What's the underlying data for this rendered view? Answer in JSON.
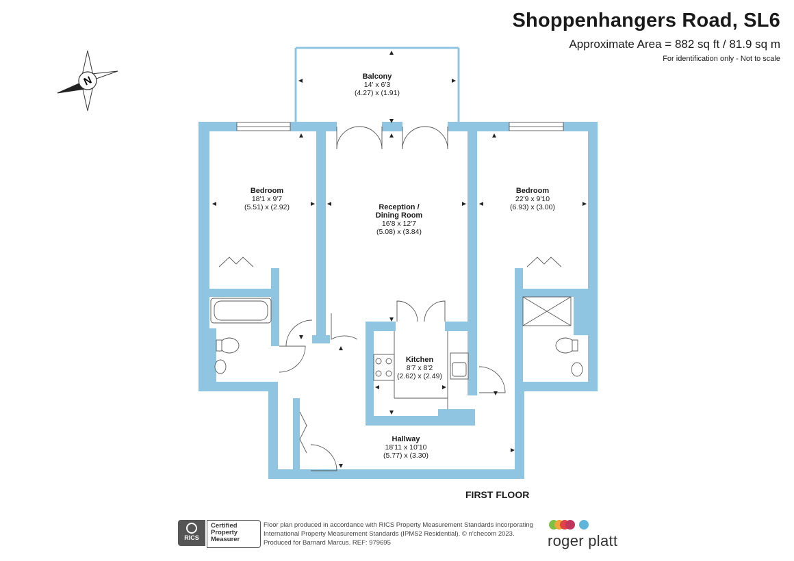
{
  "header": {
    "title": "Shoppenhangers Road, SL6",
    "area": "Approximate Area = 882 sq ft / 81.9 sq m",
    "note": "For identification only - Not to scale"
  },
  "compass": {
    "label": "N",
    "icon": "compass-rose-icon"
  },
  "rooms": [
    {
      "name": "Balcony",
      "name2": "",
      "dims": "14' x 6'3",
      "metric": "(4.27) x (1.91)"
    },
    {
      "name": "Bedroom",
      "name2": "",
      "dims": "18'1 x 9'7",
      "metric": "(5.51) x (2.92)"
    },
    {
      "name": "Reception /",
      "name2": "Dining Room",
      "dims": "16'8 x 12'7",
      "metric": "(5.08) x (3.84)"
    },
    {
      "name": "Bedroom",
      "name2": "",
      "dims": "22'9 x 9'10",
      "metric": "(6.93) x (3.00)"
    },
    {
      "name": "Kitchen",
      "name2": "",
      "dims": "8'7 x 8'2",
      "metric": "(2.62) x (2.49)"
    },
    {
      "name": "Hallway",
      "name2": "",
      "dims": "18'11 x 10'10",
      "metric": "(5.77) x (3.30)"
    }
  ],
  "floor_label": "FIRST FLOOR",
  "footer": {
    "rics_abbr": "RICS",
    "rics_line1": "Certified",
    "rics_line2": "Property",
    "rics_line3": "Measurer",
    "line1": "Floor plan produced in accordance with RICS Property Measurement Standards incorporating",
    "line2": "International Property Measurement Standards (IPMS2 Residential).  © n’checom 2023.",
    "line3": "Produced for Barnard Marcus.   REF:  979695",
    "brand": "roger platt",
    "brand_colors": [
      "#7dc142",
      "#f2a33a",
      "#e2434b",
      "#c0365d",
      "#5fb4d9"
    ]
  },
  "colors": {
    "wall": "#8fc5e0",
    "line": "#444444"
  }
}
